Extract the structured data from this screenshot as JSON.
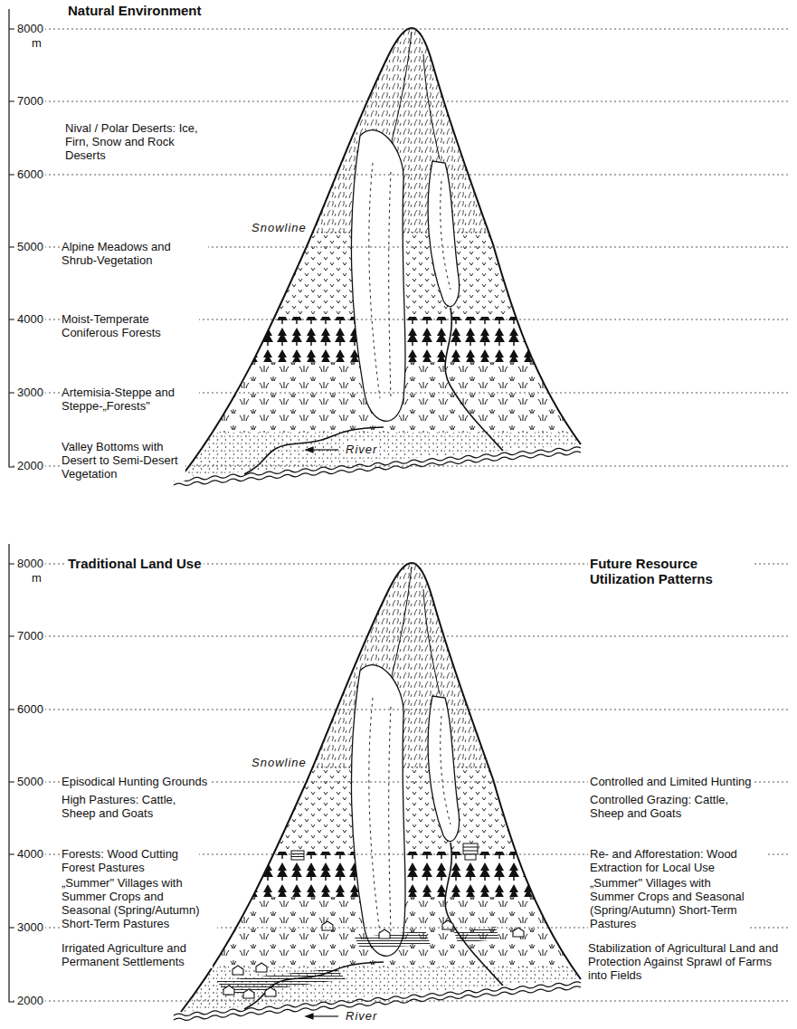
{
  "diagram": {
    "labels": [
      "8000",
      "m",
      "7000",
      "6000",
      "5000",
      "4000",
      "3000",
      "2000",
      "Natural Environment",
      "Nival / Polar Deserts: Ice, Firn, Snow and Rock Deserts",
      "Snowline",
      "Alpine Meadows and Shrub-Vegetation",
      "Moist-Temperate Coniferous Forests",
      "Artemisia-Steppe and Steppe-„Forests\"",
      "Valley Bottoms with Desert to Semi-Desert Vegetation",
      "River",
      "8000",
      "m",
      "7000",
      "6000",
      "5000",
      "4000",
      "3000",
      "2000",
      "Traditional Land Use",
      "Future Resource Utilization Patterns",
      "Snowline",
      "Episodical Hunting Grounds",
      "High Pastures: Cattle, Sheep and Goats",
      "Forests: Wood Cutting Forest Pastures",
      "„Summer\" Villages with Summer Crops and Seasonal (Spring/Autumn) Short-Term Pastures",
      "Irrigated Agriculture and Permanent Settlements",
      "Controlled and Limited Hunting",
      "Controlled Grazing: Cattle, Sheep and Goats",
      "Re- and Afforestation: Wood Extraction for Local Use",
      "„Summer\" Villages with Summer Crops and Seasonal (Spring/Autumn) Short-Term Pastures",
      "Stabilization of Agricultural Land and Protection Against Sprawl of Farms into Fields",
      "River"
    ]
  }
}
